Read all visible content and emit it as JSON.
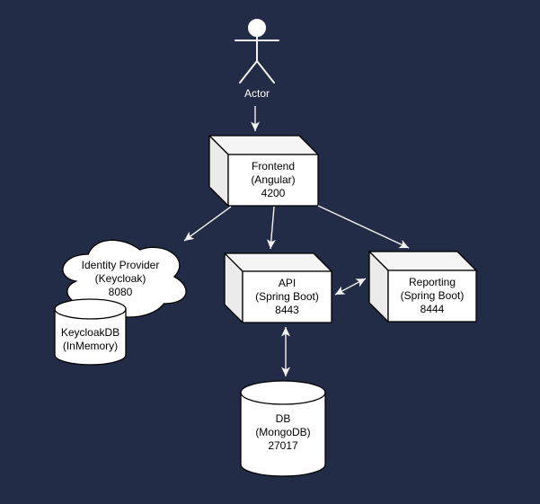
{
  "diagram": {
    "nodes": {
      "actor": {
        "label": "Actor",
        "shape": "stick-figure"
      },
      "frontend": {
        "lines": [
          "Frontend",
          "(Angular)",
          "4200"
        ],
        "shape": "cube"
      },
      "identity_provider": {
        "lines": [
          "Identity Provider",
          "(Keycloak)",
          "8080"
        ],
        "shape": "cloud"
      },
      "keycloak_db": {
        "lines": [
          "KeycloakDB",
          "(InMemory)"
        ],
        "shape": "cylinder"
      },
      "api": {
        "lines": [
          "API",
          "(Spring Boot)",
          "8443"
        ],
        "shape": "cube"
      },
      "reporting": {
        "lines": [
          "Reporting",
          "(Spring Boot)",
          "8444"
        ],
        "shape": "cube"
      },
      "db": {
        "lines": [
          "DB",
          "(MongoDB)",
          "27017"
        ],
        "shape": "cylinder"
      }
    },
    "edges": [
      {
        "from": "actor",
        "to": "frontend",
        "direction": "one-way"
      },
      {
        "from": "frontend",
        "to": "identity_provider",
        "direction": "one-way"
      },
      {
        "from": "frontend",
        "to": "api",
        "direction": "one-way"
      },
      {
        "from": "frontend",
        "to": "reporting",
        "direction": "one-way"
      },
      {
        "from": "api",
        "to": "reporting",
        "direction": "two-way"
      },
      {
        "from": "api",
        "to": "db",
        "direction": "two-way"
      }
    ],
    "colors": {
      "background": "#222c46",
      "shape_fill": "#ffffff",
      "shape_face_top": "#f5f5f5",
      "shape_face_side": "#ebebeb",
      "shape_stroke": "#000000",
      "edge_stroke": "#f2f2f2",
      "label_dark": "#000000",
      "label_light": "#ffffff"
    }
  }
}
